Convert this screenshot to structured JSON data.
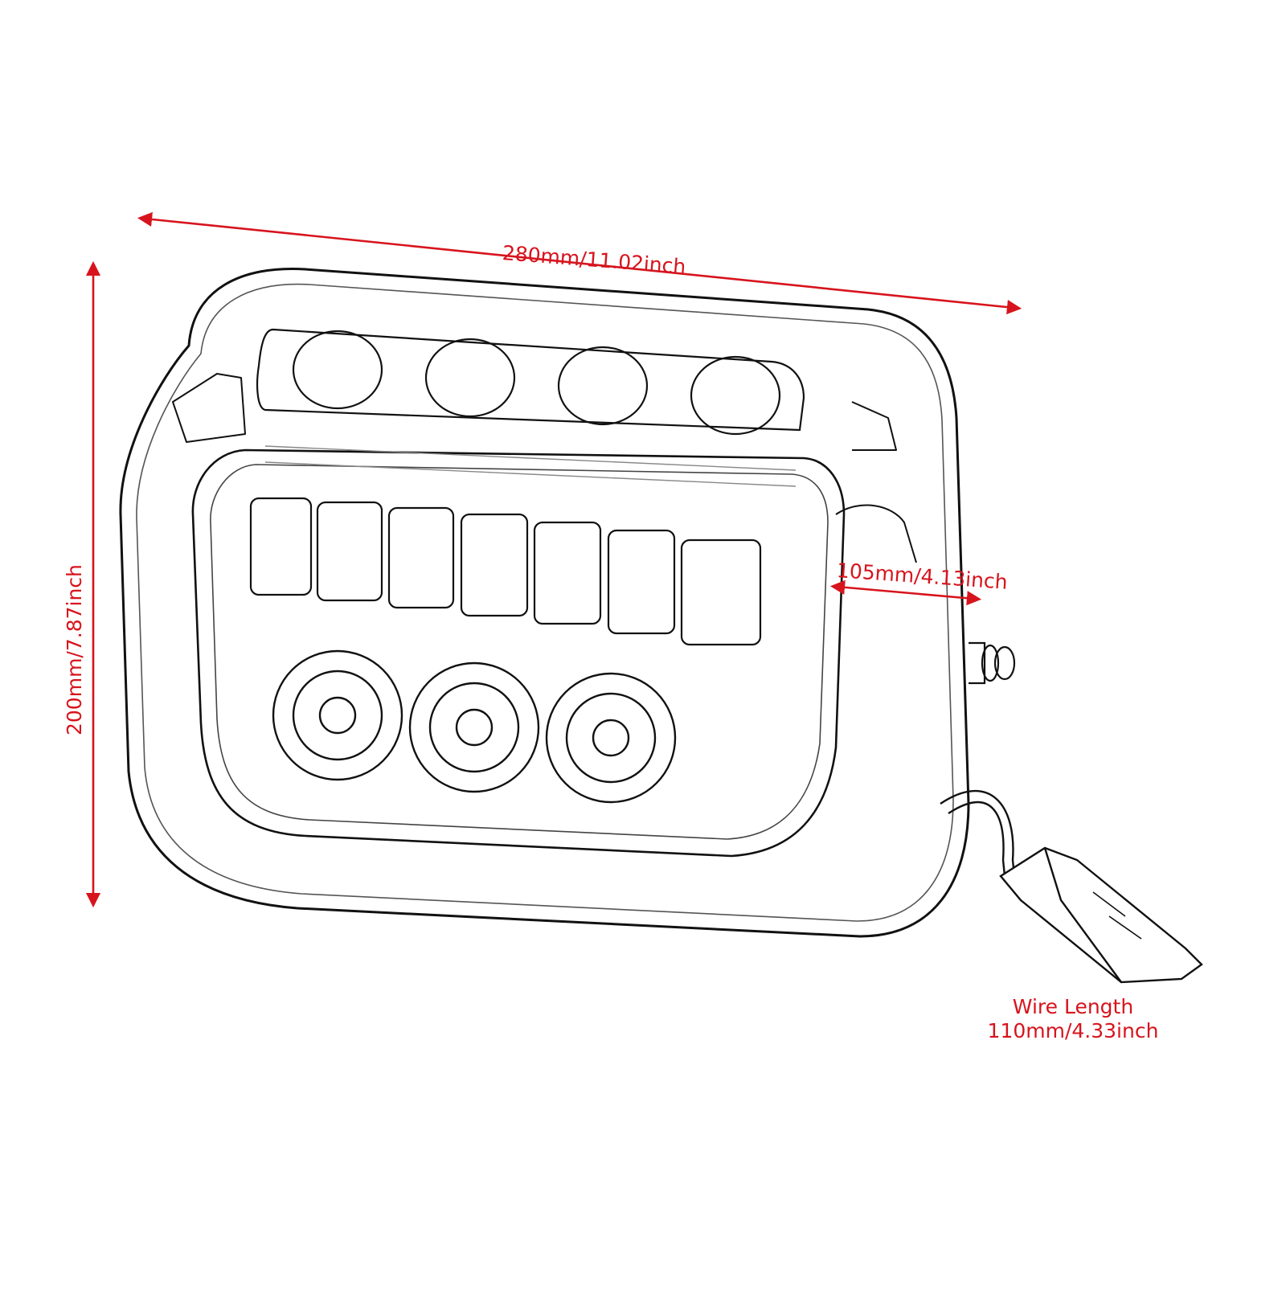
{
  "diagram": {
    "subject": "Rectangular LED headlight assembly (line drawing)",
    "annotation_color": "#d7141d",
    "line_color": "#111111",
    "dimensions": {
      "width": {
        "label": "280mm/11.02inch",
        "mm": 280,
        "inch": 11.02
      },
      "height": {
        "label": "200mm/7.87inch",
        "mm": 200,
        "inch": 7.87
      },
      "depth": {
        "label": "105mm/4.13inch",
        "mm": 105,
        "inch": 4.13
      },
      "wire": {
        "title": "Wire Length",
        "label": "110mm/4.33inch",
        "mm": 110,
        "inch": 4.33
      }
    },
    "components": {
      "top_projector_count": 4,
      "middle_led_row_count": 7,
      "bottom_projector_count": 3,
      "mounting_bolt": "side-mount-bolt",
      "connector": "wire-harness-plug"
    }
  }
}
